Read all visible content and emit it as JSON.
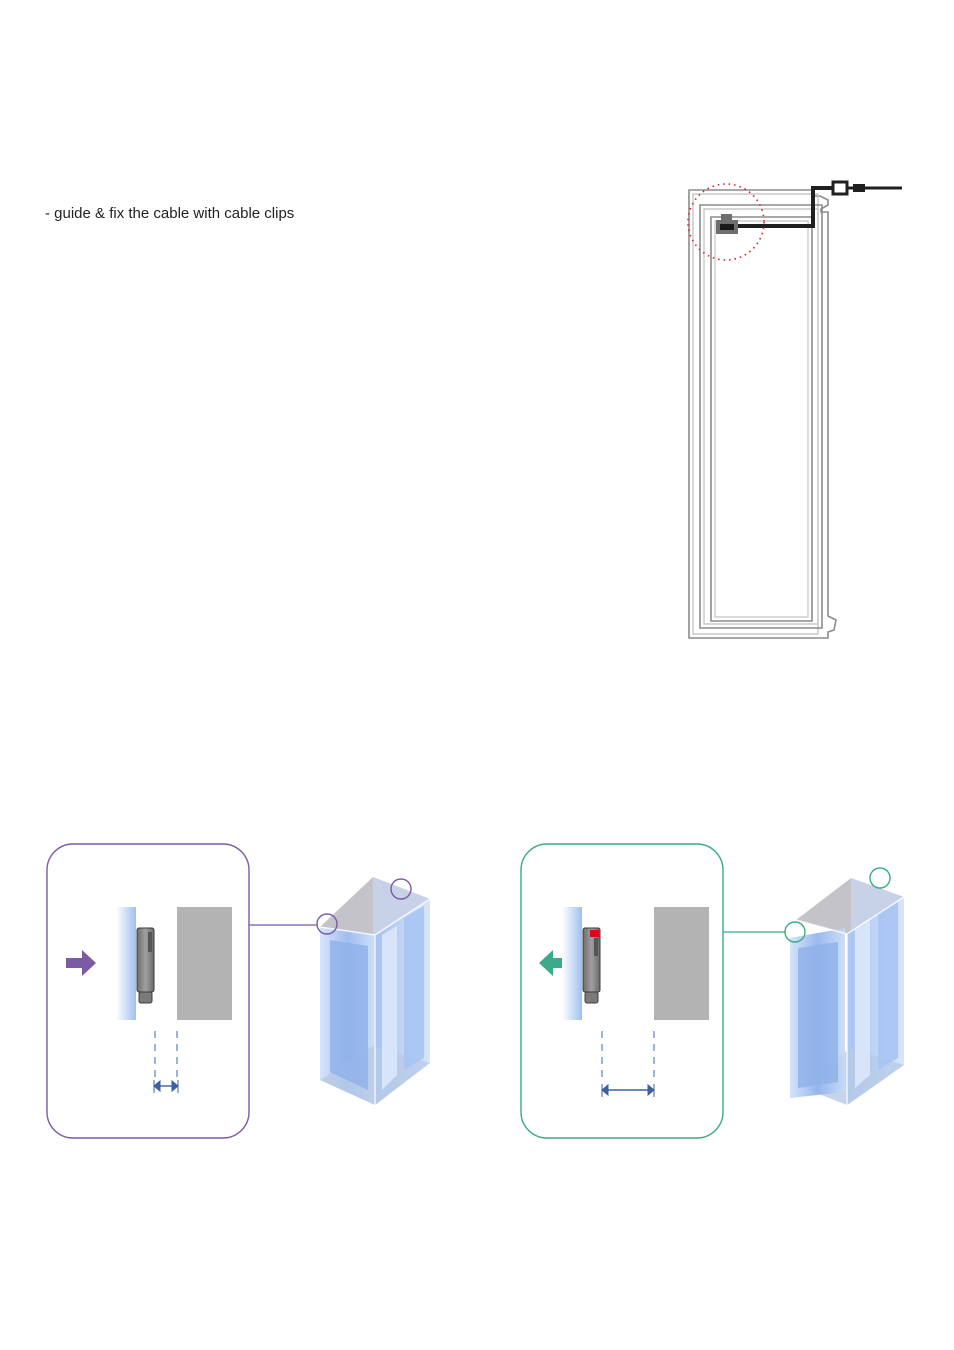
{
  "instruction": "- guide & fix the cable with cable clips",
  "colors": {
    "closed_accent": "#7b5aa6",
    "open_accent": "#3aaa8a",
    "highlight_circle": "#d1232a",
    "frame_line": "#8c8c8c",
    "cable": "#1f1f1f",
    "glass_blue": "#a9c8f2",
    "glass_top": "#b9b9c0",
    "magnet_grey": "#808080",
    "plate_grey": "#b3b3b3",
    "sensor_red": "#e3001b",
    "dimension_blue": "#5b7fbf"
  },
  "figures": {
    "frame": {
      "icon": "door-frame-cable-routing"
    },
    "closed": {
      "arrow_icon": "arrow-right-icon",
      "state": "door-closed",
      "gap": "narrow"
    },
    "open": {
      "arrow_icon": "arrow-left-icon",
      "state": "door-open",
      "gap": "wide"
    }
  }
}
